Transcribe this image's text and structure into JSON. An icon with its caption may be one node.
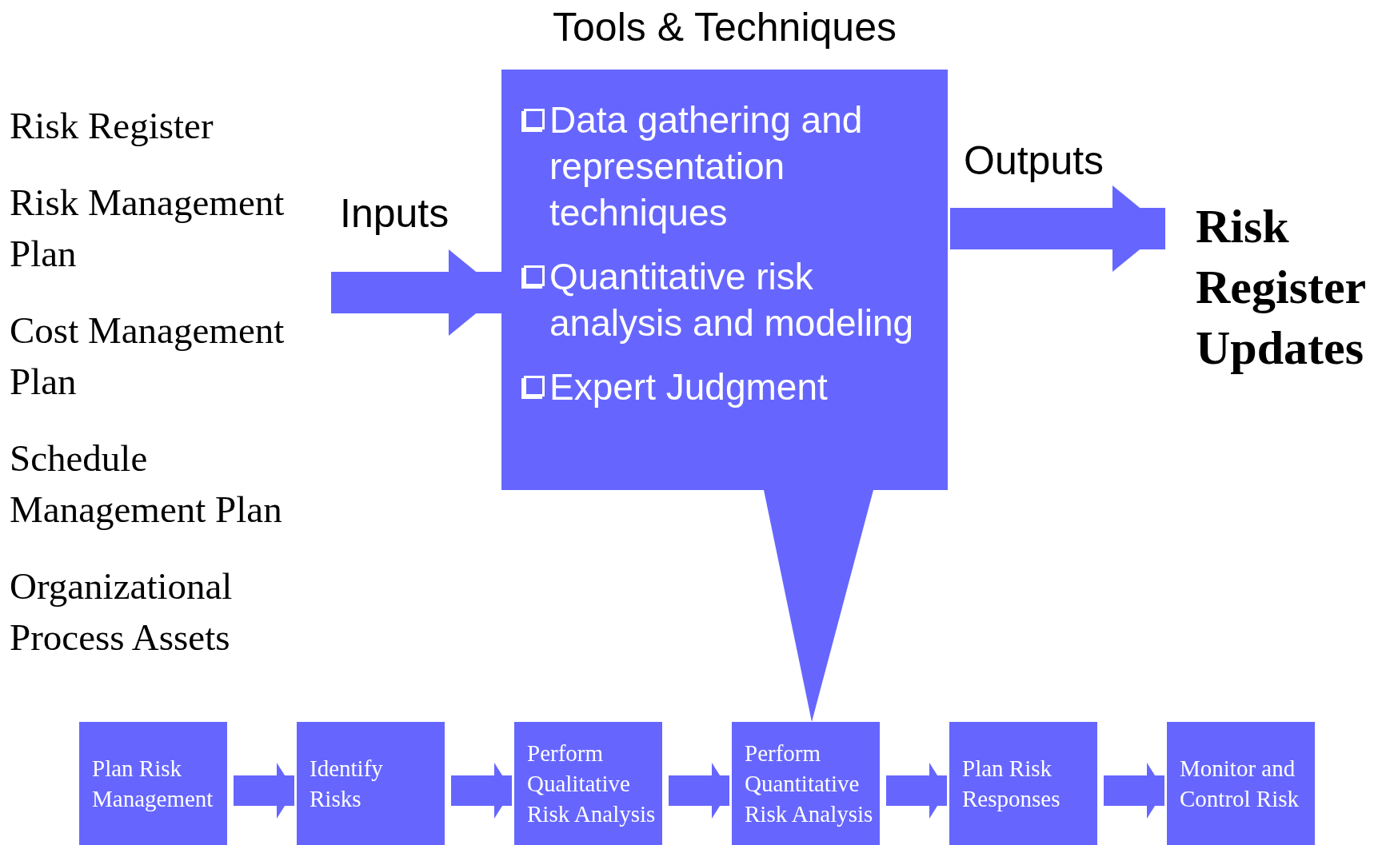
{
  "diagram": {
    "nodes": [
      {
        "text": [
          "Risk Register",
          "Risk Management Plan",
          "Cost Management Plan",
          "Schedule Management Plan",
          "Organizational Process Assets"
        ]
      },
      {
        "text": [
          "Tools & Techniques",
          "Data gathering and representation techniques",
          "Quantitative risk analysis and modeling",
          "Expert Judgment"
        ]
      },
      {
        "text": [
          "Risk Register Updates"
        ]
      },
      {
        "text": [
          "Plan Risk Management"
        ]
      },
      {
        "text": [
          "Identify Risks"
        ]
      },
      {
        "text": [
          "Perform Qualitative Risk Analysis"
        ]
      },
      {
        "text": [
          "Perform Quantitative Risk Analysis"
        ]
      },
      {
        "text": [
          "Plan Risk Responses"
        ]
      },
      {
        "text": [
          "Monitor and Control Risk"
        ]
      }
    ],
    "edges": [
      {
        "from": 0,
        "to": 1,
        "arrow": "to",
        "label": "Inputs"
      },
      {
        "from": 1,
        "to": 2,
        "arrow": "to",
        "label": "Outputs"
      },
      {
        "from": 1,
        "to": 6,
        "arrow": "none"
      },
      {
        "from": 3,
        "to": 4,
        "arrow": "to"
      },
      {
        "from": 4,
        "to": 5,
        "arrow": "to"
      },
      {
        "from": 5,
        "to": 6,
        "arrow": "to"
      },
      {
        "from": 6,
        "to": 7,
        "arrow": "to"
      },
      {
        "from": 7,
        "to": 8,
        "arrow": "to"
      }
    ]
  }
}
